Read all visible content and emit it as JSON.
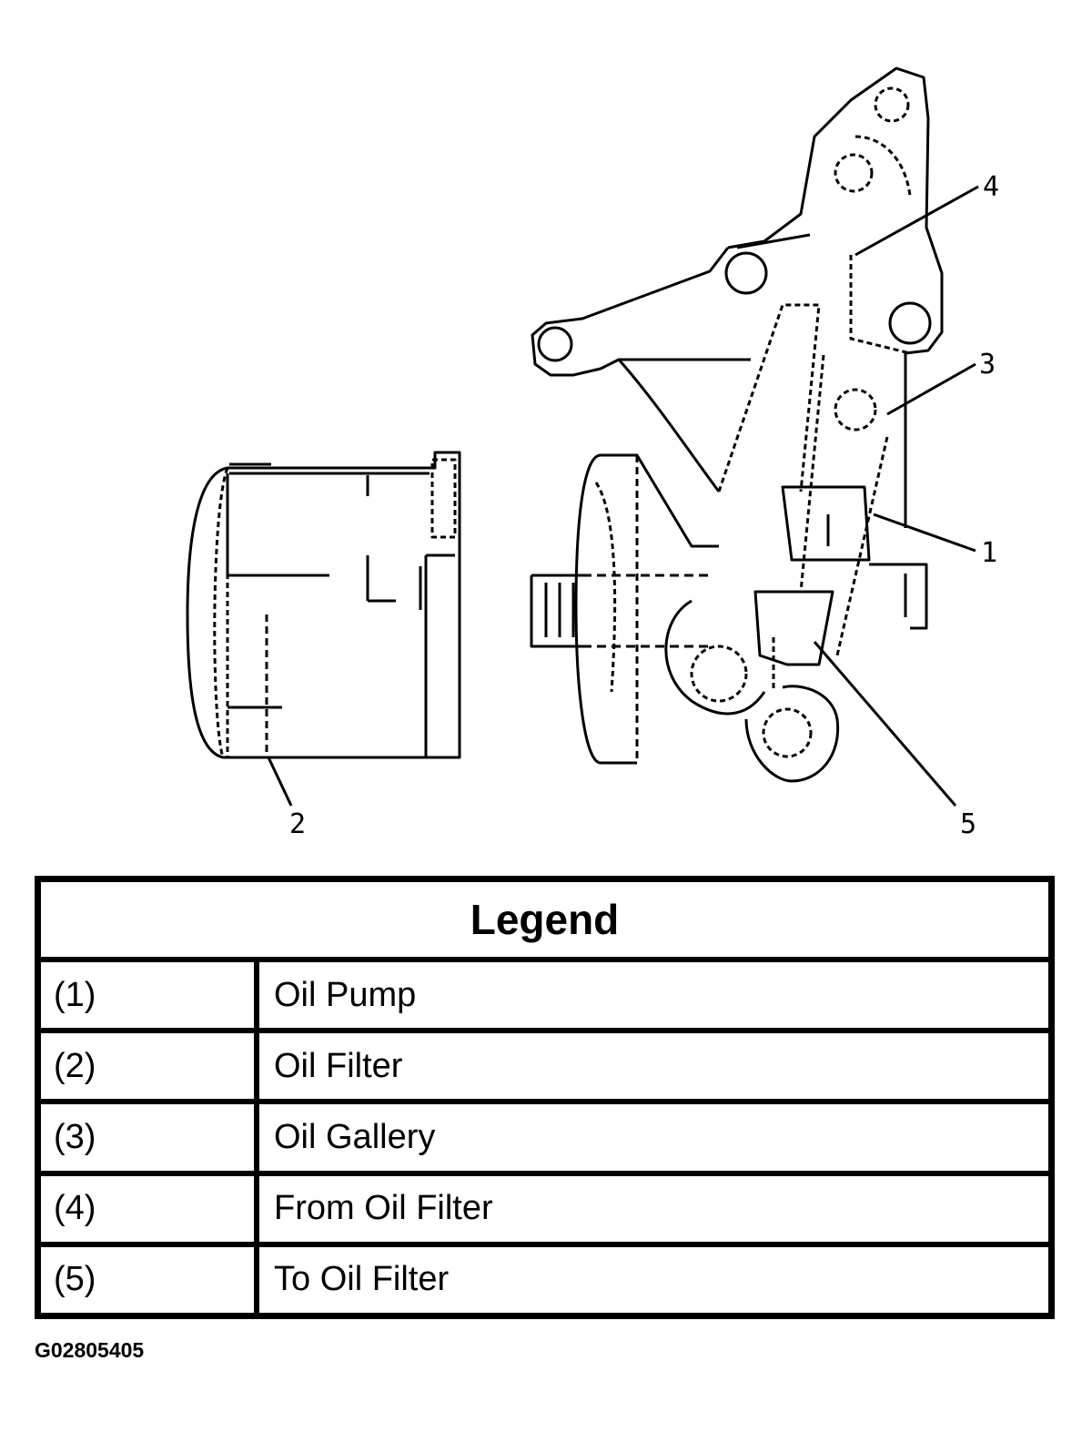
{
  "callouts": [
    "1",
    "2",
    "3",
    "4",
    "5"
  ],
  "legend": {
    "title": "Legend",
    "rows": [
      {
        "num": "(1)",
        "desc": "Oil Pump"
      },
      {
        "num": "(2)",
        "desc": "Oil Filter"
      },
      {
        "num": "(3)",
        "desc": "Oil Gallery"
      },
      {
        "num": "(4)",
        "desc": "From Oil Filter"
      },
      {
        "num": "(5)",
        "desc": "To Oil Filter"
      }
    ]
  },
  "figure_id": "G02805405"
}
